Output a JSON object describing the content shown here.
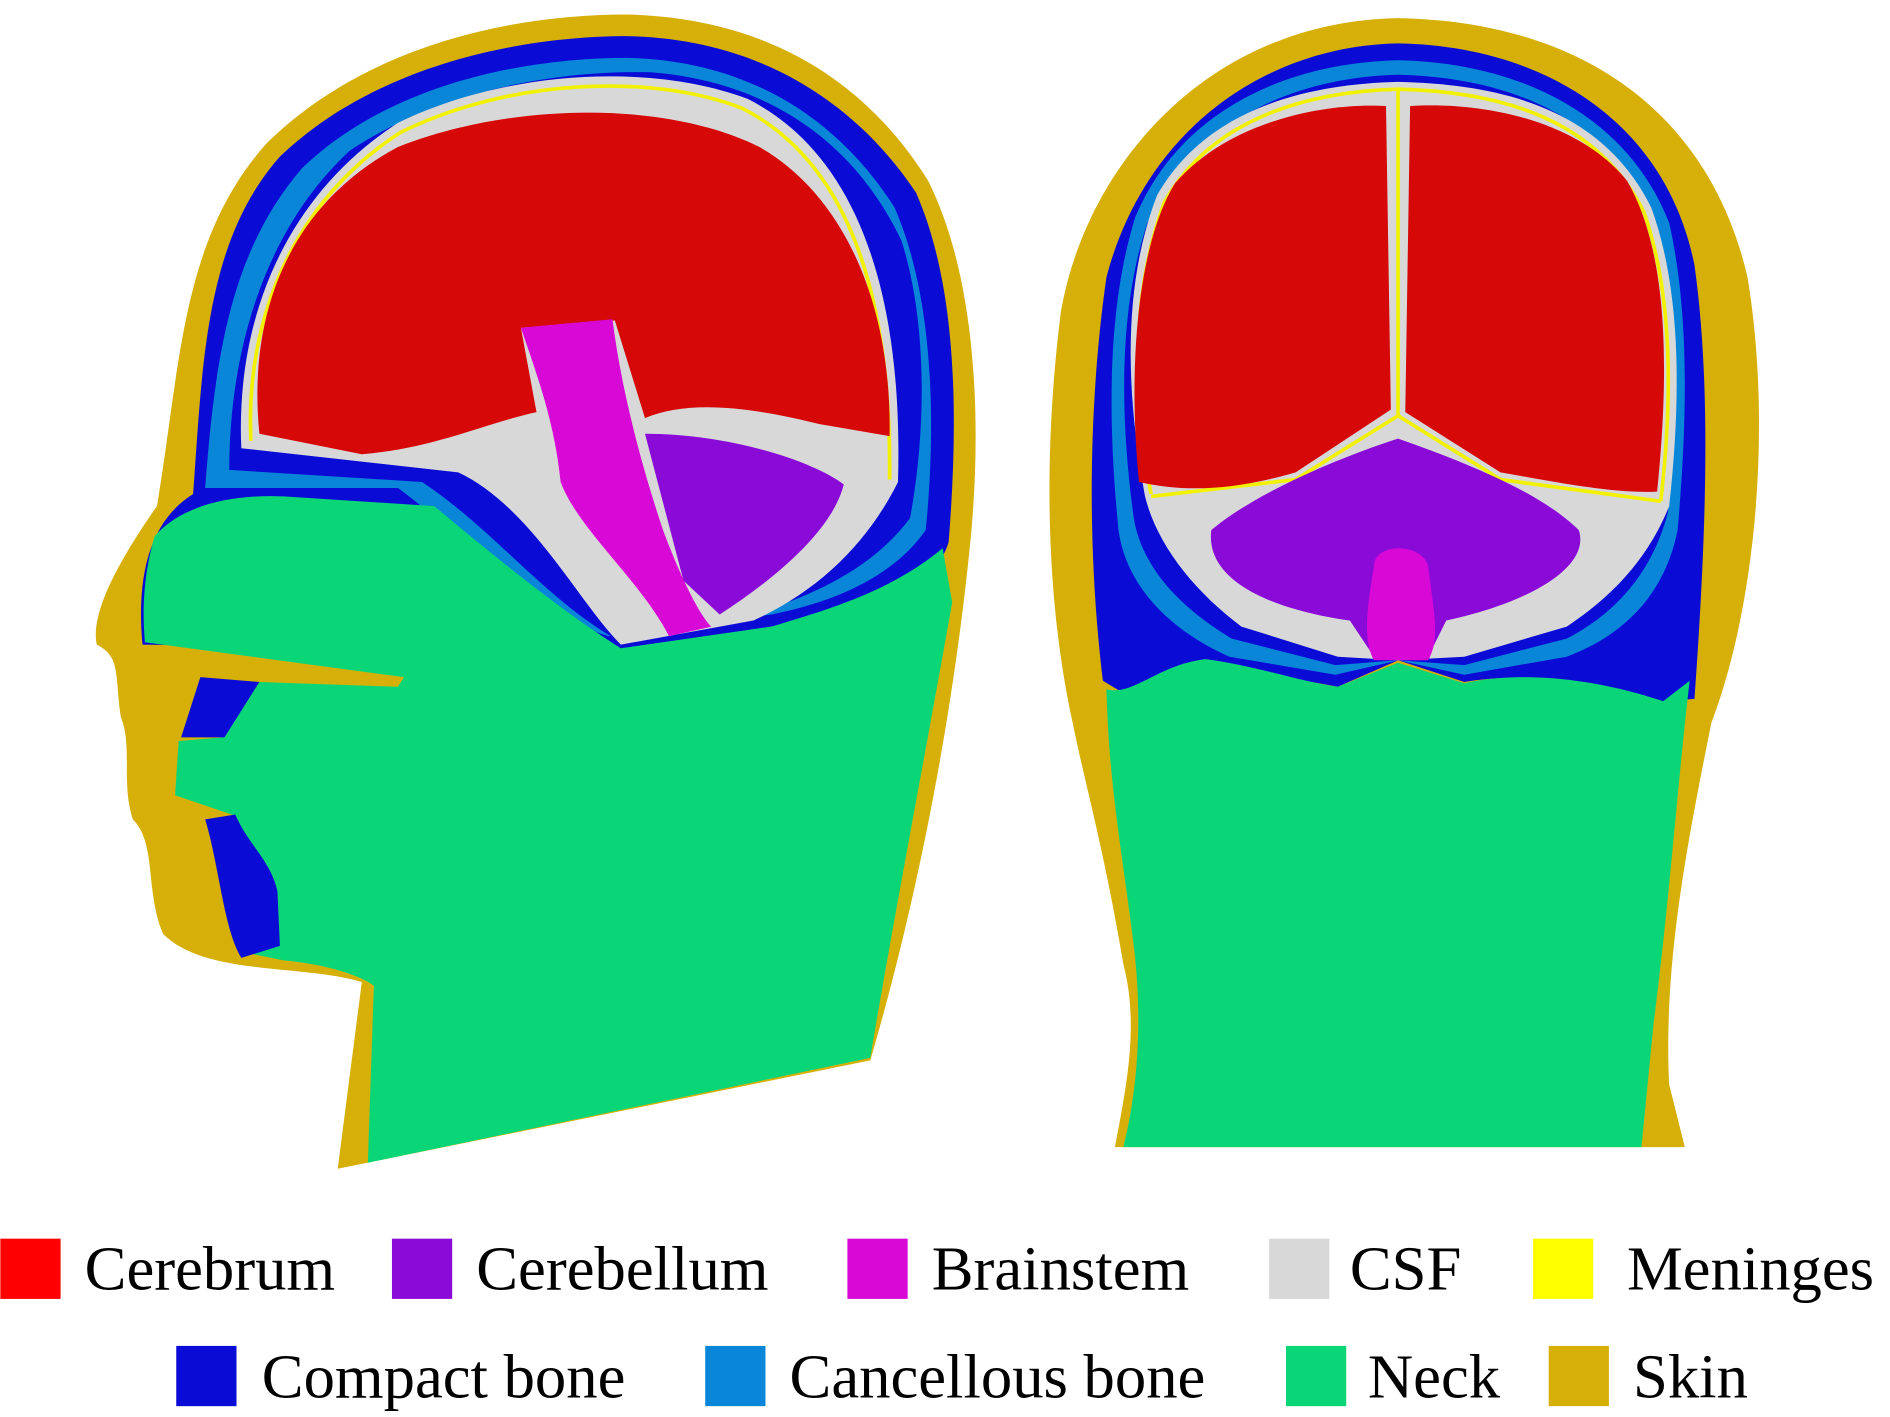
{
  "figure": {
    "views": [
      "sagittal",
      "coronal"
    ]
  },
  "legend": {
    "items": [
      {
        "label": "Cerebrum",
        "color": "#d60808"
      },
      {
        "label": "Cerebellum",
        "color": "#8a0ad8"
      },
      {
        "label": "Brainstem",
        "color": "#d808d6"
      },
      {
        "label": "CSF",
        "color": "#d8d8d8"
      },
      {
        "label": "Meninges",
        "color": "#ffff00"
      },
      {
        "label": "Compact bone",
        "color": "#0a0cd6"
      },
      {
        "label": "Cancellous bone",
        "color": "#0a86d8"
      },
      {
        "label": "Neck",
        "color": "#0ad678"
      },
      {
        "label": "Skin",
        "color": "#d6b008"
      }
    ]
  }
}
